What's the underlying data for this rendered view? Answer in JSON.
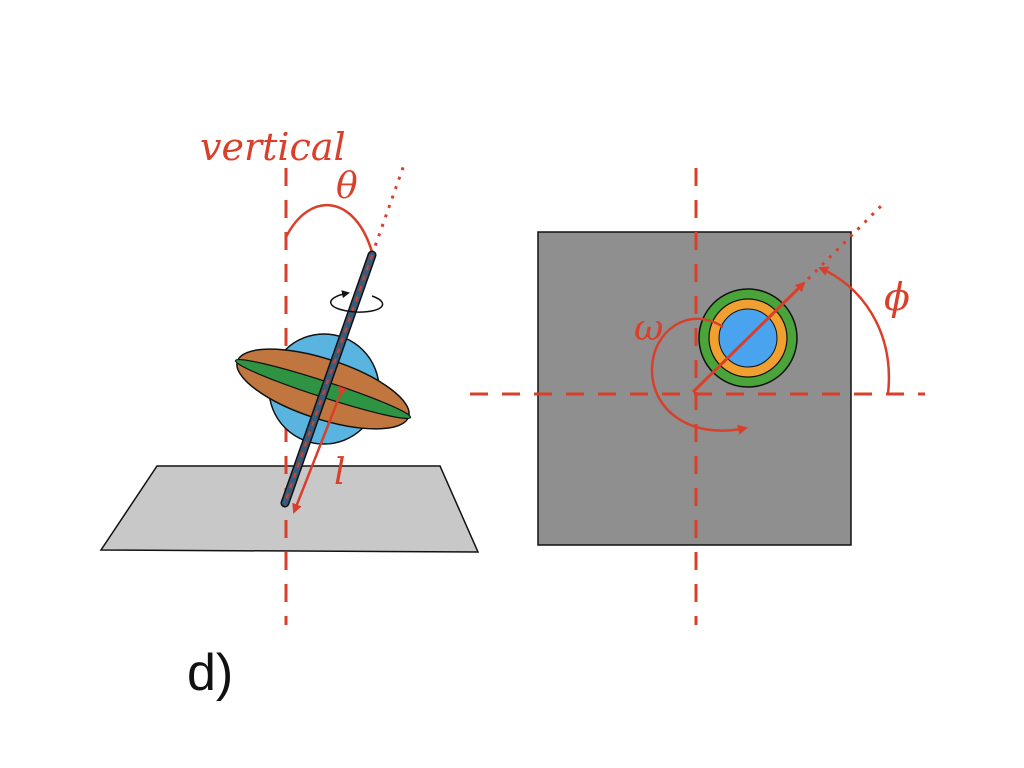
{
  "labels": {
    "vertical": "vertical",
    "theta": "θ",
    "l": "l",
    "omega": "ω",
    "phi": "ϕ",
    "panel": "d)"
  },
  "colors": {
    "accent": "#d9402b",
    "floor_light": "#c8c8c8",
    "floor_dark": "#8f8f8f",
    "body_blue": "#5ab4e0",
    "disk_brown": "#c0763e",
    "disk_green": "#2e9444",
    "ring_green": "#4aa43a",
    "ring_orange": "#f0a030",
    "core_blue": "#4aa3ef",
    "rod": "#3a5a78"
  }
}
